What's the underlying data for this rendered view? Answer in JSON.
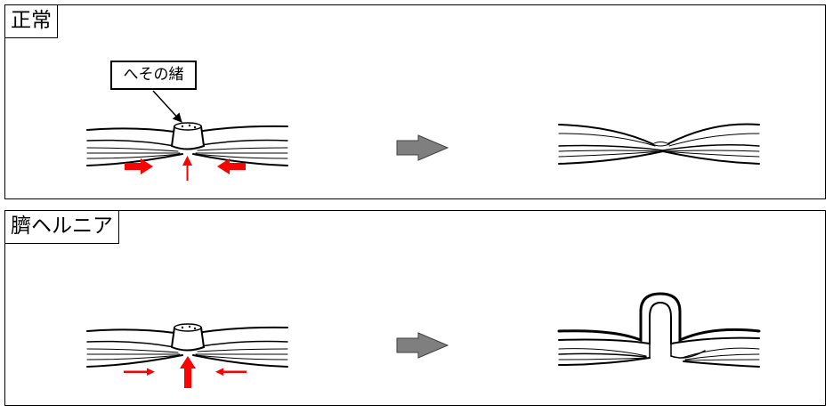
{
  "panels": [
    {
      "label": "正常"
    },
    {
      "label": "臍ヘルニア"
    }
  ],
  "callout": {
    "text": "へその緒"
  },
  "colors": {
    "arrow_red": "#ff0000",
    "arrow_gray": "#7f7f7f",
    "line": "#000000"
  }
}
